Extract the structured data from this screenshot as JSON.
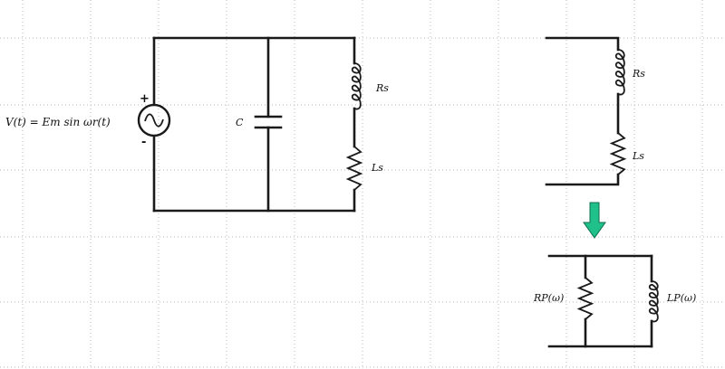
{
  "labels": {
    "source_equation": "V(t) =  Em sin ωr(t)",
    "capacitor": "C",
    "series_resistance": "Rs",
    "series_inductance": "Ls",
    "series_resistance_right": "Rs",
    "series_inductance_right": "Ls",
    "parallel_resistance": "RP(ω)",
    "parallel_inductance": "LP(ω)"
  },
  "polarity": {
    "plus": "+",
    "minus": "-"
  },
  "colors": {
    "wire": "#1a1a1a",
    "arrow_fill": "#1fc08a",
    "arrow_stroke": "#0e6e4f",
    "grid": "#b8b8b8"
  }
}
